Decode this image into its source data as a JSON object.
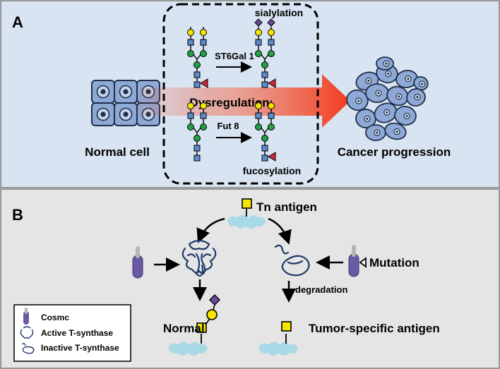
{
  "panel_a": {
    "letter": "A",
    "left_label": "Normal cell",
    "right_label": "Cancer progression",
    "arrow_label": "Dysregulation",
    "top_process": "sialylation",
    "top_enzyme": "ST6Gal 1",
    "bottom_enzyme": "Fut 8",
    "bottom_process": "fucosylation"
  },
  "panel_b": {
    "letter": "B",
    "tn_antigen": "Tn antigen",
    "mutation": "Mutation",
    "degradation": "degradation",
    "normal": "Normal",
    "tumor_antigen": "Tumor-specific antigen",
    "legend": {
      "cosmc": "Cosmc",
      "active": "Active T-synthase",
      "inactive": "Inactive T-synthase"
    }
  },
  "colors": {
    "panel_a_bg": "#d8e4f2",
    "panel_b_bg": "#e5e5e5",
    "cell_fill": "#8ea9d6",
    "cell_dark": "#2f4f7a",
    "arrow_red": "#f23a1e",
    "glycan_yellow": "#f5e600",
    "glycan_green": "#22a046",
    "glycan_blue": "#5b8ccc",
    "sialic_purple": "#6a4a9a",
    "fucose_red": "#cc2a3a",
    "protein_cyan": "#a9d8e6",
    "cosmc_purple": "#6a5aa6"
  }
}
